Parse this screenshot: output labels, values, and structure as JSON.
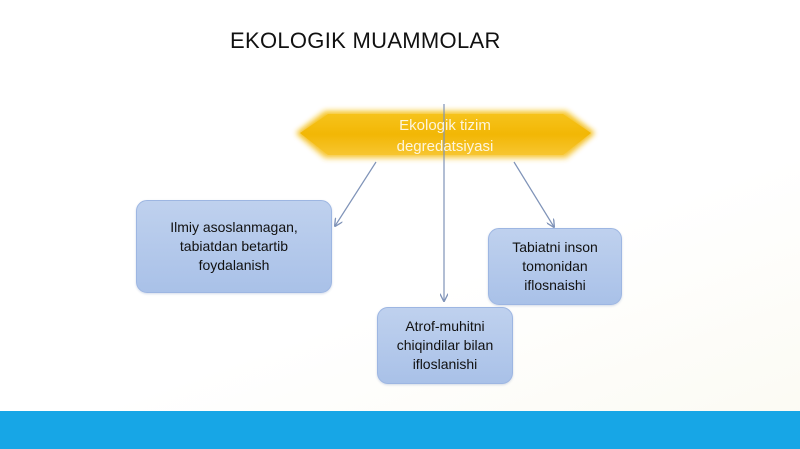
{
  "slide": {
    "title": "EKOLOGIK MUAMMOLAR",
    "central_node": {
      "line1": "Ekologik tizim",
      "line2": "degredatsiyasi",
      "color": "#f2b705"
    },
    "nodes": [
      {
        "line1": "Ilmiy asoslanmagan,",
        "line2": "tabiatdan betartib",
        "line3": "foydalanish"
      },
      {
        "line1": "Tabiatni inson",
        "line2": "tomonidan",
        "line3": "iflosnaishi"
      },
      {
        "line1": "Atrof-muhitni",
        "line2": "chiqindilar bilan",
        "line3": "ifloslanishi"
      }
    ],
    "node_color": "#aec4ea",
    "arrow_color": "#7f93b8",
    "footer": {
      "text": "",
      "color": "#17a6e6"
    }
  }
}
